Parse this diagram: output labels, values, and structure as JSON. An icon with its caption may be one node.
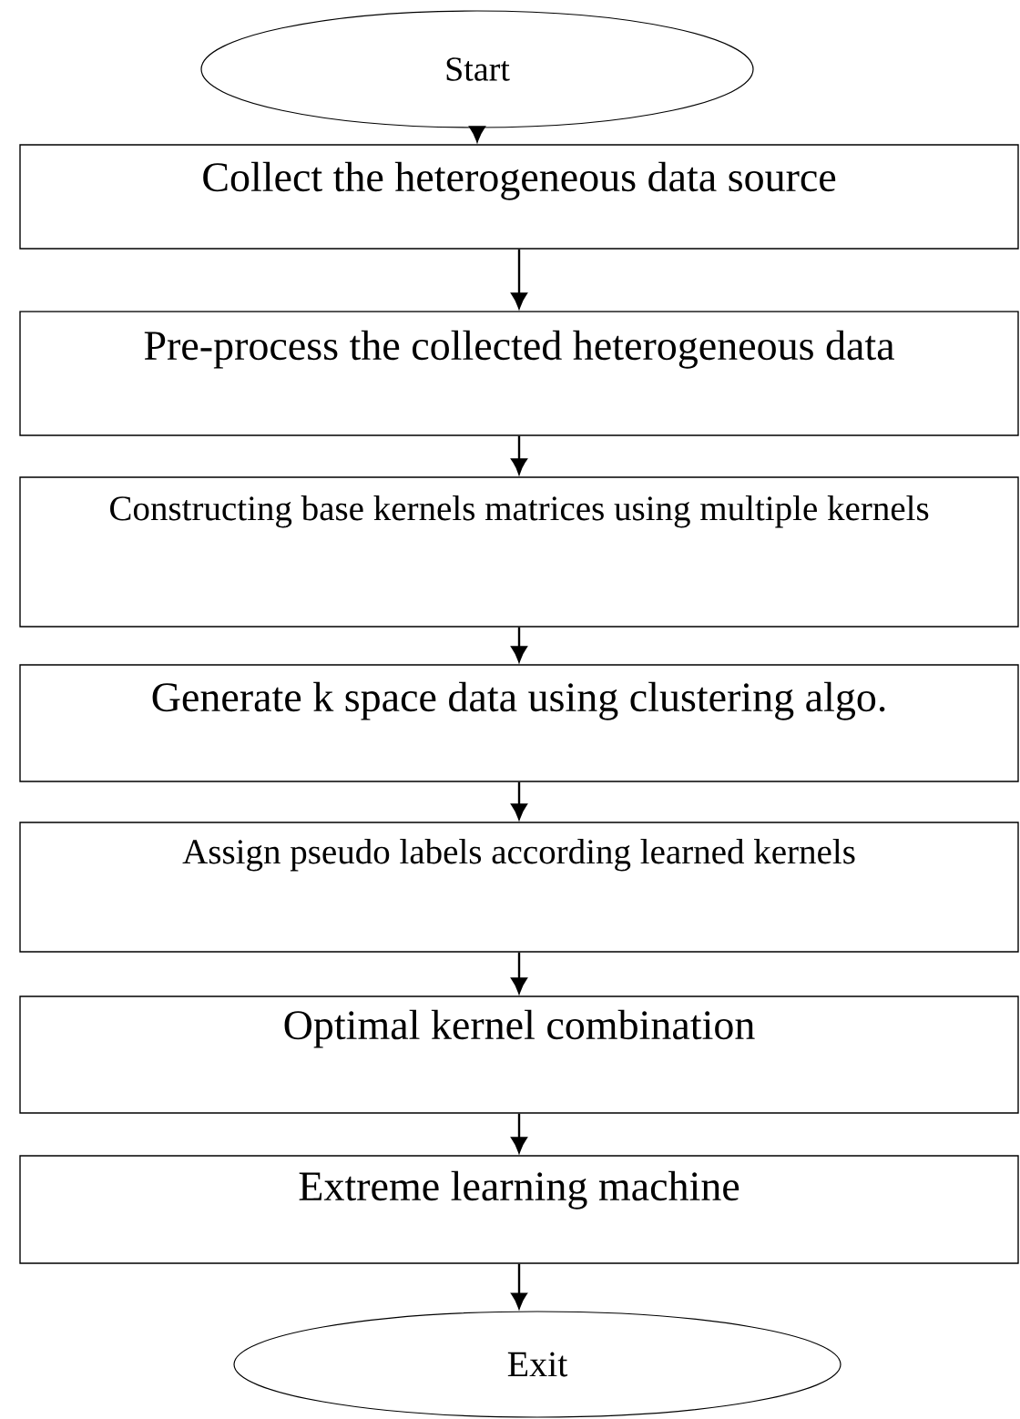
{
  "diagram": {
    "nodes": [
      {
        "text": [
          "Start"
        ]
      },
      {
        "text": [
          "Collect the heterogeneous data source"
        ]
      },
      {
        "text": [
          "Pre-process the collected heterogeneous data"
        ]
      },
      {
        "text": [
          "Constructing base kernels matrices using multiple kernels"
        ]
      },
      {
        "text": [
          "Generate k space data using clustering algo."
        ]
      },
      {
        "text": [
          "Assign pseudo labels according learned kernels"
        ]
      },
      {
        "text": [
          "Optimal kernel combination"
        ]
      },
      {
        "text": [
          "Extreme learning machine"
        ]
      },
      {
        "text": [
          "Exit"
        ]
      }
    ],
    "edges": [
      {
        "from": 0,
        "to": 1,
        "arrow": "to"
      },
      {
        "from": 1,
        "to": 2,
        "arrow": "to"
      },
      {
        "from": 2,
        "to": 3,
        "arrow": "to"
      },
      {
        "from": 3,
        "to": 4,
        "arrow": "to"
      },
      {
        "from": 4,
        "to": 5,
        "arrow": "to"
      },
      {
        "from": 5,
        "to": 6,
        "arrow": "to"
      },
      {
        "from": 6,
        "to": 7,
        "arrow": "to"
      },
      {
        "from": 7,
        "to": 8,
        "arrow": "to"
      }
    ]
  }
}
